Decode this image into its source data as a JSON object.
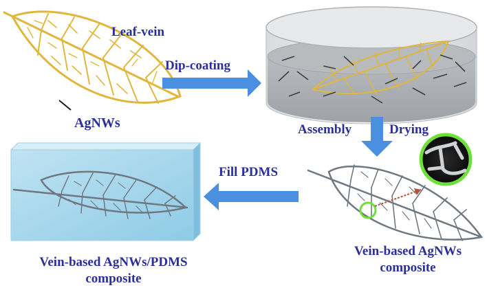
{
  "labels": {
    "leaf_vein": "Leaf-vein",
    "agnws": "AgNWs",
    "dip_coating": "Dip-coating",
    "assembly": "Assembly",
    "drying": "Drying",
    "fill_pdms": "Fill PDMS",
    "vein_composite_line1": "Vein-based AgNWs",
    "vein_composite_line2": "composite",
    "pdms_composite_line1": "Vein-based AgNWs/PDMS",
    "pdms_composite_line2": "composite"
  },
  "colors": {
    "label_text": "#2b2f9a",
    "arrow": "#4a8fe0",
    "leaf_gold": "#e0b73d",
    "leaf_gray": "#6f7780",
    "solution": "#a9adb1",
    "pdms_block": "#9fd3ea",
    "highlight_ring": "#6ee03a",
    "inset_arrow": "#b5523a"
  },
  "icons": [
    "leaf-vein-skeleton",
    "nanowire",
    "petri-dish",
    "microscope-inset",
    "pdms-block"
  ]
}
